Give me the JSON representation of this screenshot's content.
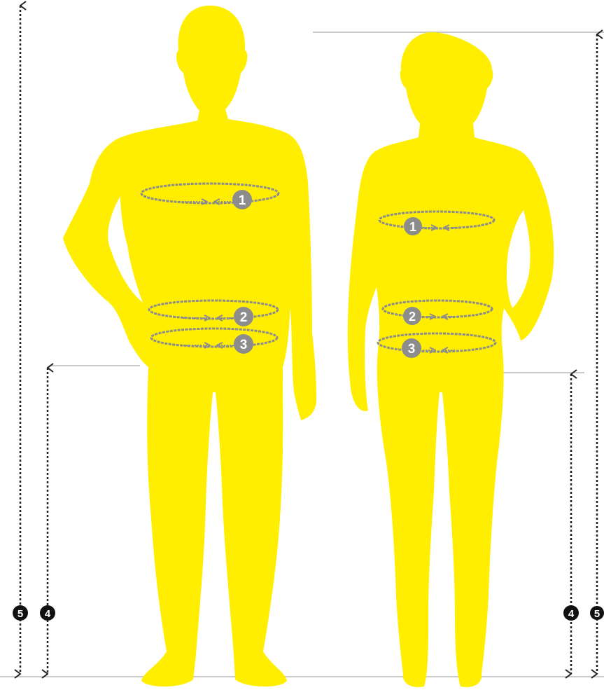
{
  "colors": {
    "figure": "#FFEE00",
    "ring": "#8c8c8c",
    "ring_badge": "#8c8c8c",
    "height_badge": "#111111",
    "guide_line": "#b9b9b9",
    "dotted_line": "#222222"
  },
  "man": {
    "rings": [
      {
        "label": "1"
      },
      {
        "label": "2"
      },
      {
        "label": "3"
      }
    ],
    "height_markers": [
      {
        "label": "5"
      },
      {
        "label": "4"
      }
    ]
  },
  "woman": {
    "rings": [
      {
        "label": "1"
      },
      {
        "label": "2"
      },
      {
        "label": "3"
      }
    ],
    "height_markers": [
      {
        "label": "4"
      },
      {
        "label": "5"
      }
    ]
  }
}
